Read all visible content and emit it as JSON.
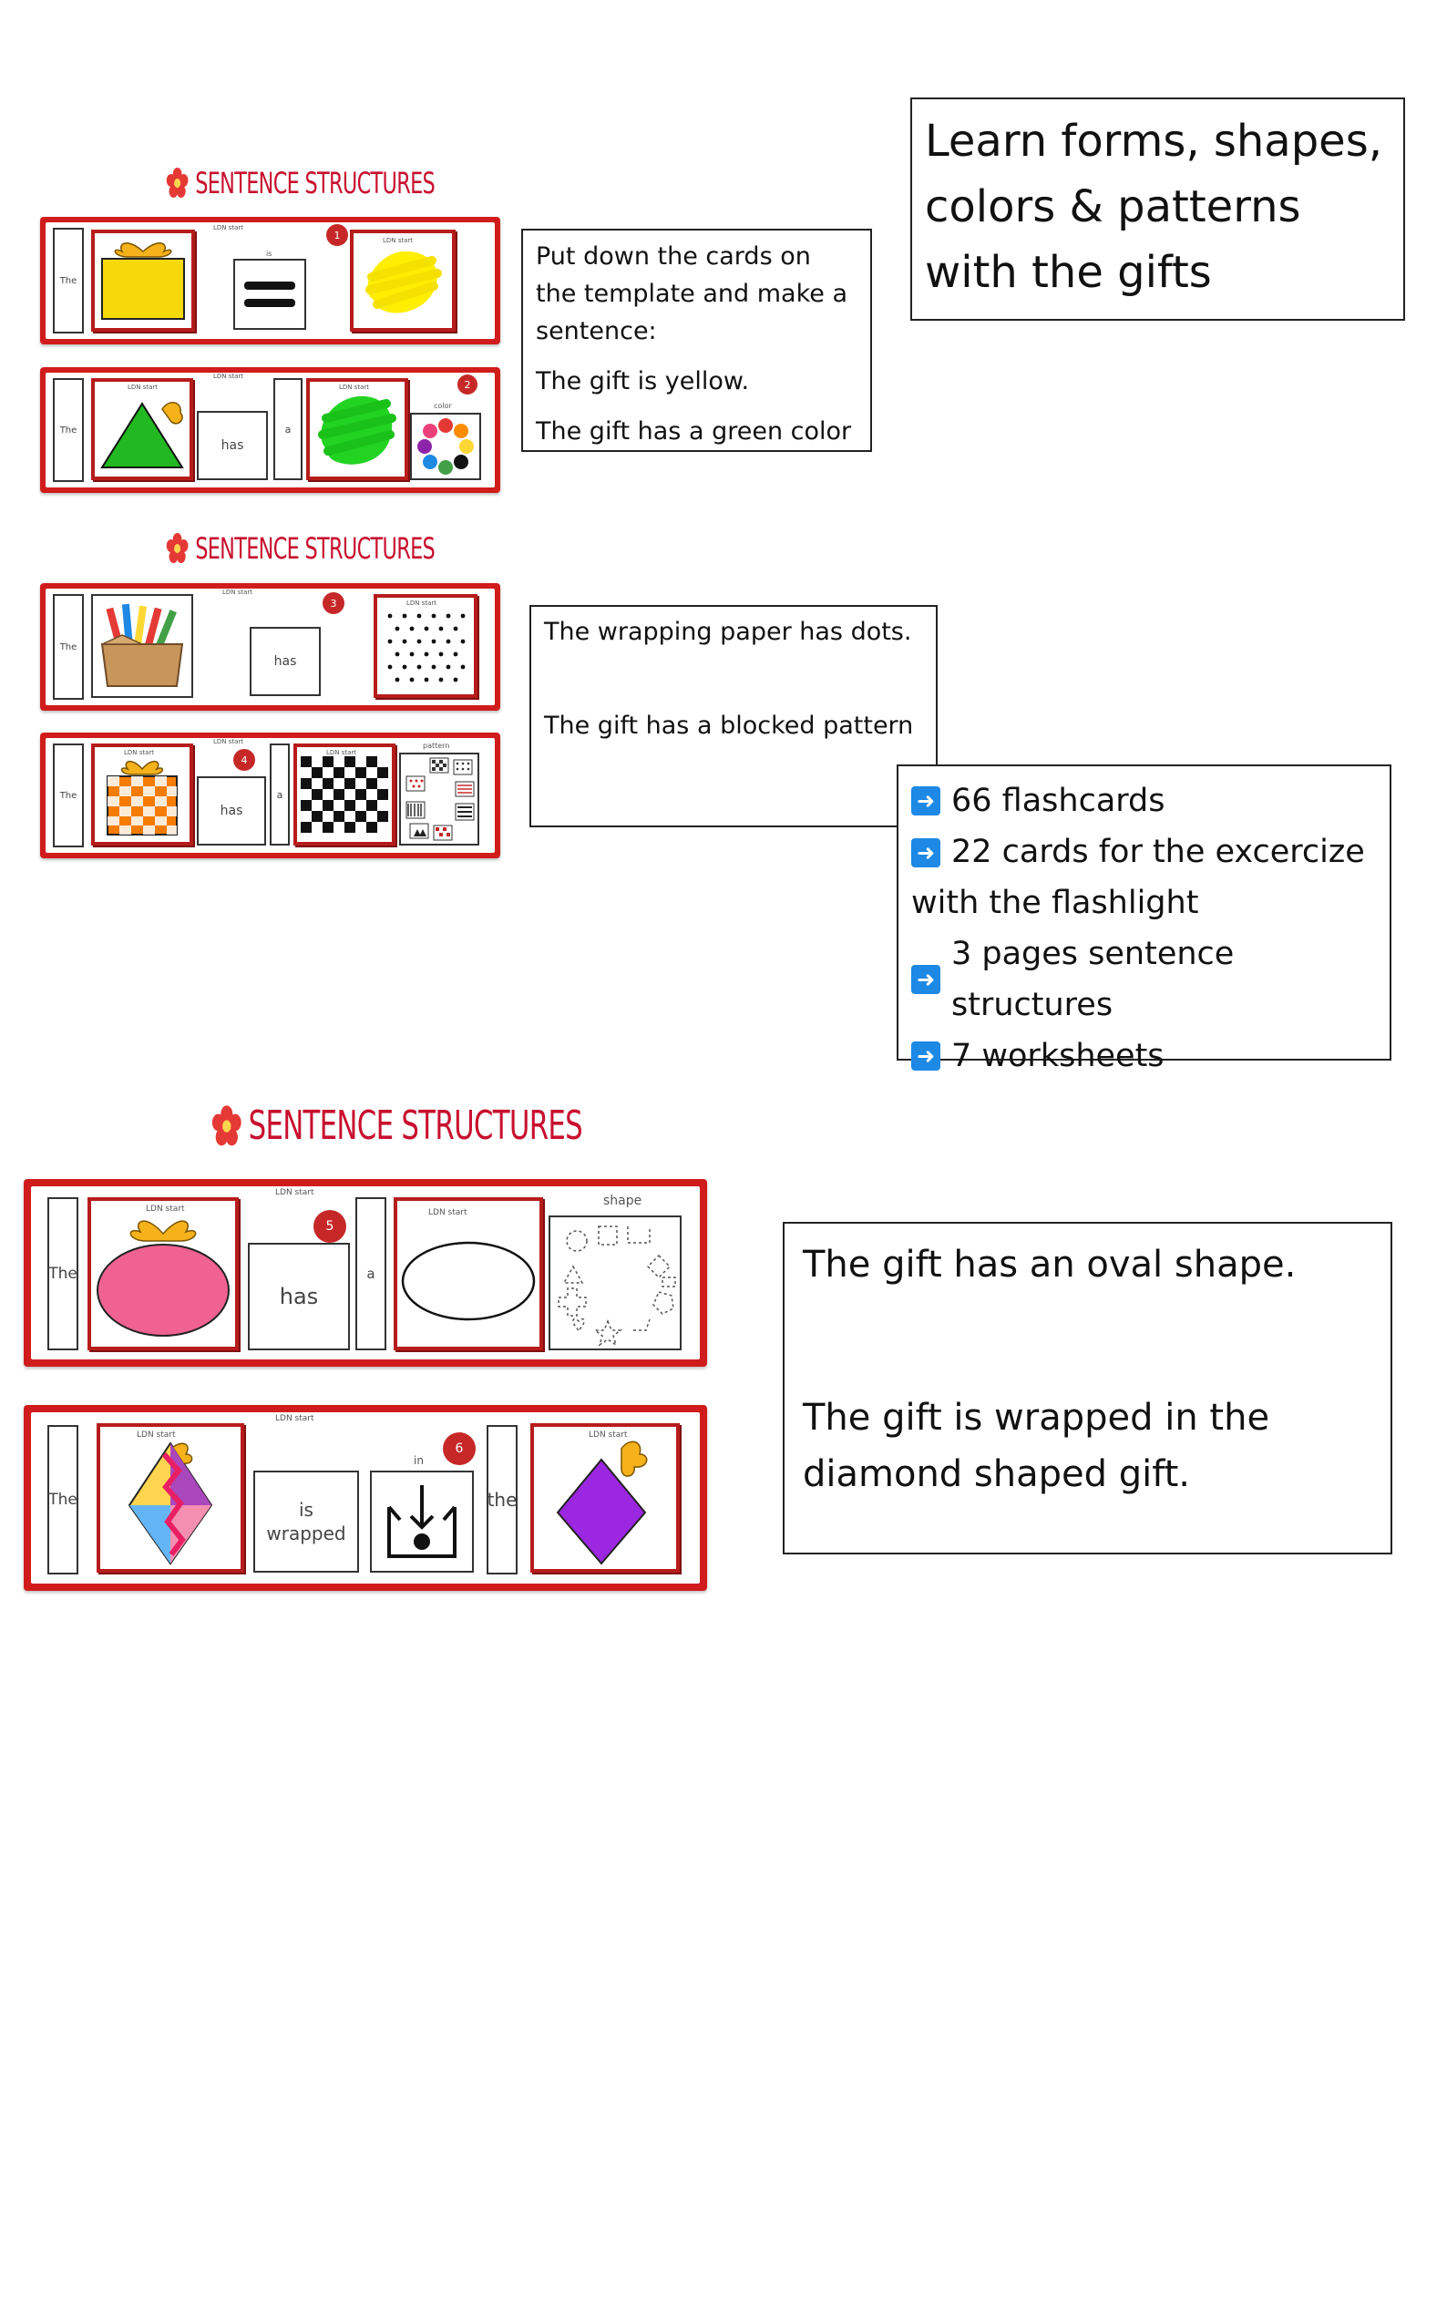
{
  "title_box": {
    "text": "Learn forms, shapes, colors & patterns with the gifts"
  },
  "section_heading": "Sentence structures",
  "instruction_box": {
    "line1": "Put down the cards on the template and make a sentence:",
    "line2": "The gift is yellow.",
    "line3": "The gift has a green color"
  },
  "pattern_box": {
    "line1": "The wrapping paper has dots.",
    "line2": "The gift has a blocked pattern"
  },
  "contents_box": {
    "items": [
      "66 flashcards",
      "22 cards for the excercize with the flashlight",
      "3 pages sentence structures",
      "7 worksheets"
    ]
  },
  "shape_box": {
    "line1": "The gift has an oval shape.",
    "line2": "The gift is wrapped in the diamond shaped gift."
  },
  "strip_labels": {
    "the": "The",
    "the_lower": "the",
    "is": "is",
    "has": "has",
    "a": "a",
    "in": "in",
    "is_wrapped": "is wrapped",
    "color": "color",
    "pattern": "pattern",
    "shape": "shape",
    "card_tag": "LDN start",
    "numbers": [
      "1",
      "2",
      "3",
      "4",
      "5",
      "6"
    ]
  },
  "colors": {
    "strip_red": "#d01c1c",
    "heading_red": "#c8102e",
    "arrow_blue": "#1e88e5",
    "yellow": "#f5d90a",
    "green": "#22c822",
    "pink": "#f06292",
    "purple": "#9c27e0",
    "orange": "#f57c00"
  }
}
